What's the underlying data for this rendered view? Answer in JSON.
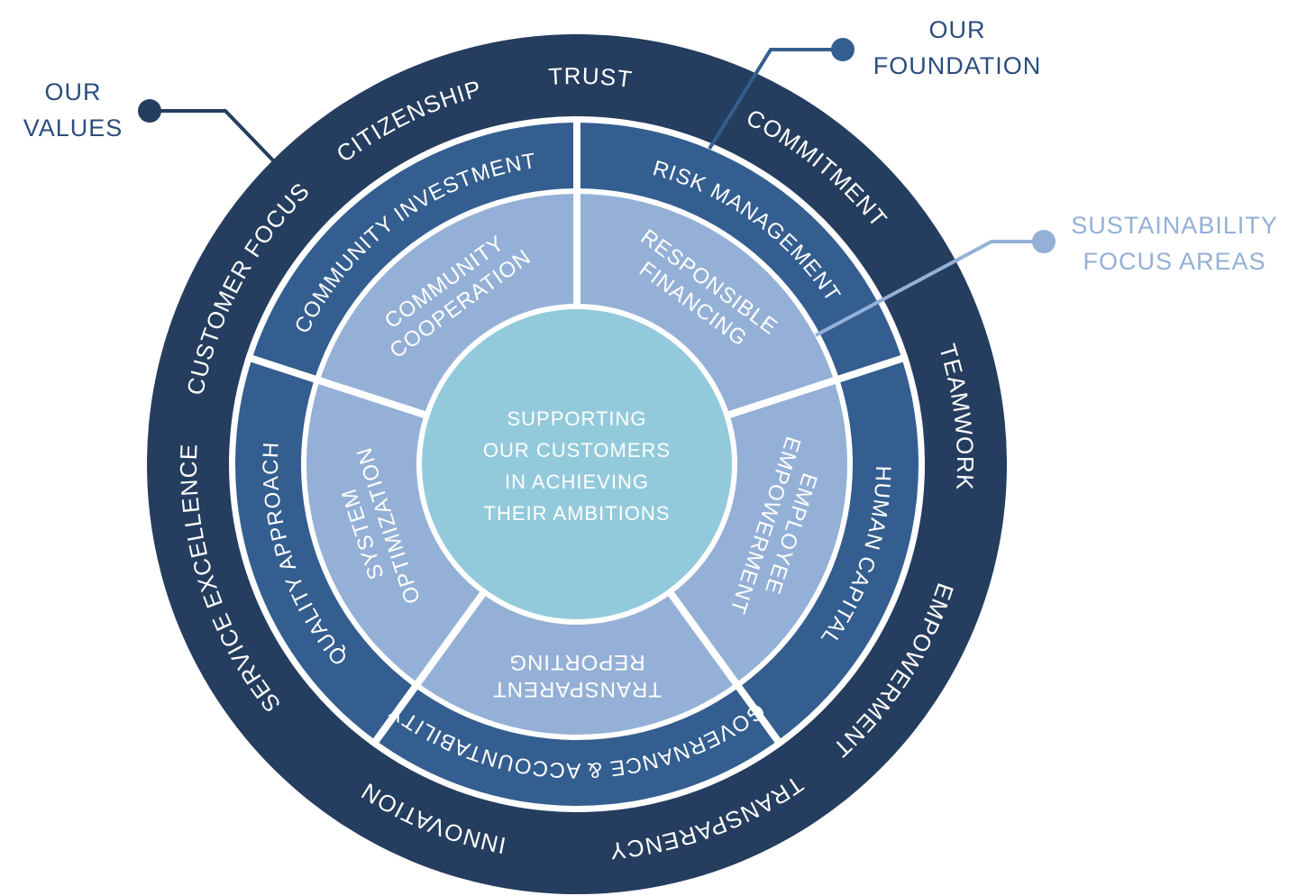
{
  "colors": {
    "values_ring": "#253d5e",
    "foundation_ring": "#345e8f",
    "focus_ring": "#94b0d6",
    "center": "#93cadb",
    "callout_dark": "#2b4d7d",
    "callout_light": "#94b0d6"
  },
  "center": {
    "lines": [
      "SUPPORTING",
      "OUR CUSTOMERS",
      "IN ACHIEVING",
      "THEIR AMBITIONS"
    ]
  },
  "values": [
    "TRUST",
    "COMMITMENT",
    "TEAMWORK",
    "EMPOWERMENT",
    "TRANSPARENCY",
    "INNOVATION",
    "SERVICE EXCELLENCE",
    "CUSTOMER FOCUS",
    "CITIZENSHIP"
  ],
  "foundation": [
    "RISK MANAGEMENT",
    "HUMAN CAPITAL",
    "GOVERNANCE & ACCOUNTABILITY",
    "QUALITY APPROACH",
    "COMMUNITY INVESTMENT"
  ],
  "focus_areas": [
    {
      "line1": "RESPONSIBLE",
      "line2": "FINANCING"
    },
    {
      "line1": "EMPLOYEE",
      "line2": "EMPOWERMENT"
    },
    {
      "line1": "TRANSPARENT",
      "line2": "REPORTING"
    },
    {
      "line1": "SYSTEM",
      "line2": "OPTIMIZATION"
    },
    {
      "line1": "COMMUNITY",
      "line2": "COOPERATION"
    }
  ],
  "callouts": {
    "values": {
      "line1": "OUR",
      "line2": "VALUES"
    },
    "foundation": {
      "line1": "OUR",
      "line2": "FOUNDATION"
    },
    "focus": {
      "line1": "SUSTAINABILITY",
      "line2": "FOCUS AREAS"
    }
  }
}
